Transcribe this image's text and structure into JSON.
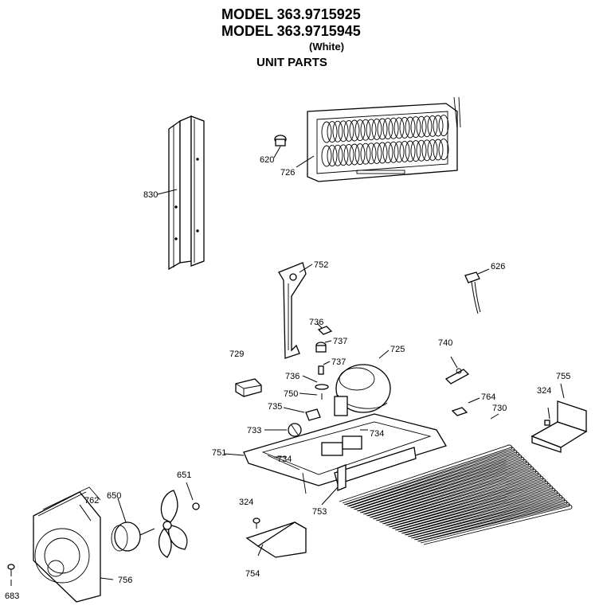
{
  "header": {
    "model1": "MODEL 363.9715925",
    "model2": "MODEL 363.9715945",
    "variant": "(White)",
    "section": "UNIT PARTS"
  },
  "callouts": {
    "p830": "830",
    "p620": "620",
    "p726": "726",
    "p752": "752",
    "p626": "626",
    "p736a": "736",
    "p737a": "737",
    "p737b": "737",
    "p736b": "736",
    "p729": "729",
    "p725": "725",
    "p740": "740",
    "p750": "750",
    "p735": "735",
    "p764": "764",
    "p755": "755",
    "p324a": "324",
    "p730": "730",
    "p733": "733",
    "p734a": "734",
    "p734b": "734",
    "p751": "751",
    "p651": "651",
    "p753": "753",
    "p762": "762",
    "p650": "650",
    "p324b": "324",
    "p756": "756",
    "p754": "754",
    "p683": "683"
  }
}
